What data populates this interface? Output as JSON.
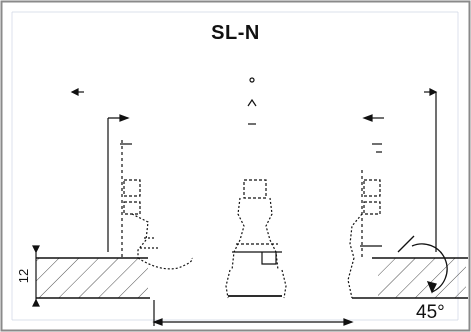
{
  "title": "SL-N",
  "angle_label": "45°",
  "dimension_label": "12",
  "colors": {
    "line": "#111111",
    "grid": "#cfd6e4",
    "border": "#8a8a8a"
  }
}
